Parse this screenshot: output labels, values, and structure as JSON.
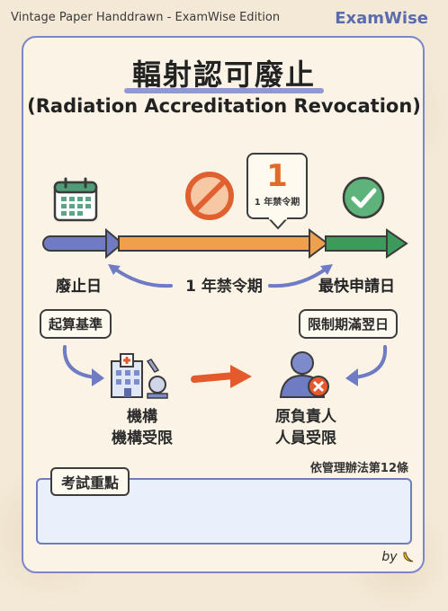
{
  "header": {
    "left_title": "Vintage Paper Handdrawn - ExamWise Edition",
    "brand": "ExamWise"
  },
  "title": {
    "main": "輻射認可廢止",
    "sub": "(Radiation Accreditation Revocation)"
  },
  "timeline": {
    "start_label": "廢止日",
    "end_label": "最快申請日",
    "middle_label": "1 年禁令期",
    "start_tag": "起算基準",
    "end_tag": "限制期滿翌日",
    "bubble_number": "1",
    "bubble_text": "1 年禁令期"
  },
  "effects": {
    "left_line1": "機構",
    "left_line2": "機構受限",
    "right_line1": "原負責人",
    "right_line2": "人員受限"
  },
  "legal_basis": "依管理辦法第12條",
  "exam_points": {
    "title": "考試重點"
  },
  "byline": {
    "text": "by",
    "icon": "banana-icon"
  },
  "colors": {
    "blue": "#6f7cc4",
    "orange": "#f0a04b",
    "green": "#3e9a5b",
    "red": "#e55a2c"
  }
}
